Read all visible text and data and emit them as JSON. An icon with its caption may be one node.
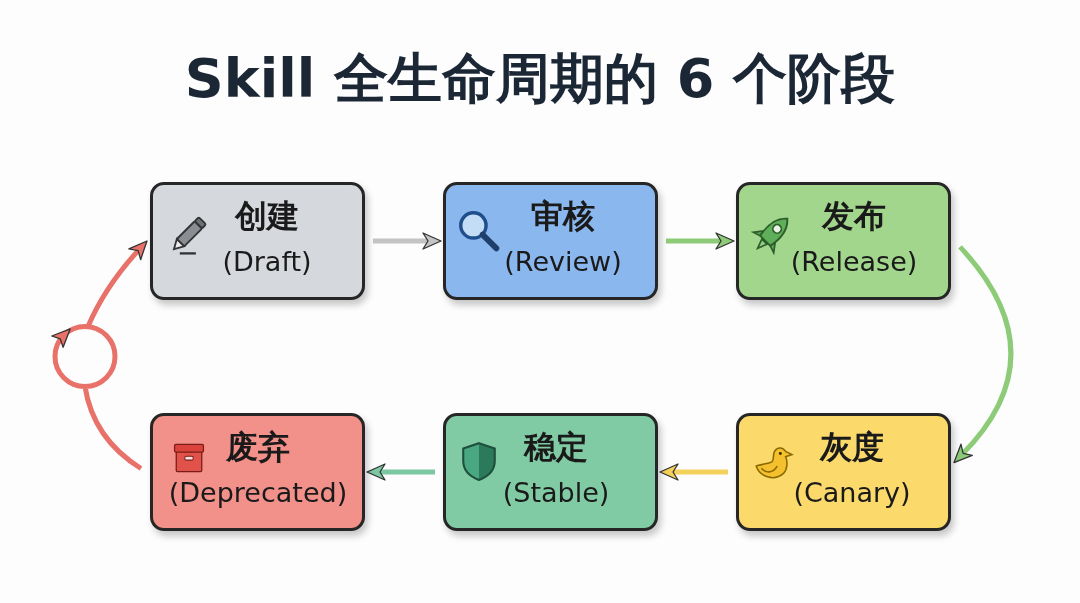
{
  "diagram": {
    "title": "Skill 全生命周期的 6 个阶段",
    "nodes": [
      {
        "text": [
          "创建",
          "(Draft)"
        ]
      },
      {
        "text": [
          "审核",
          "(Review)"
        ]
      },
      {
        "text": [
          "发布",
          "(Release)"
        ]
      },
      {
        "text": [
          "灰度",
          "(Canary)"
        ]
      },
      {
        "text": [
          "稳定",
          "(Stable)"
        ]
      },
      {
        "text": [
          "废弃",
          "(Deprecated)"
        ]
      }
    ],
    "edges": [
      {
        "from": 0,
        "to": 1,
        "arrow": "to",
        "color": "#c4c4c4"
      },
      {
        "from": 1,
        "to": 2,
        "arrow": "to",
        "color": "#8dcb78"
      },
      {
        "from": 2,
        "to": 3,
        "arrow": "to",
        "color": "#8dcb78"
      },
      {
        "from": 3,
        "to": 4,
        "arrow": "to",
        "color": "#f3d15c"
      },
      {
        "from": 4,
        "to": 5,
        "arrow": "to",
        "color": "#7cc8a2"
      },
      {
        "from": 5,
        "to": 0,
        "arrow": "to",
        "color": "#e8716a"
      }
    ]
  }
}
